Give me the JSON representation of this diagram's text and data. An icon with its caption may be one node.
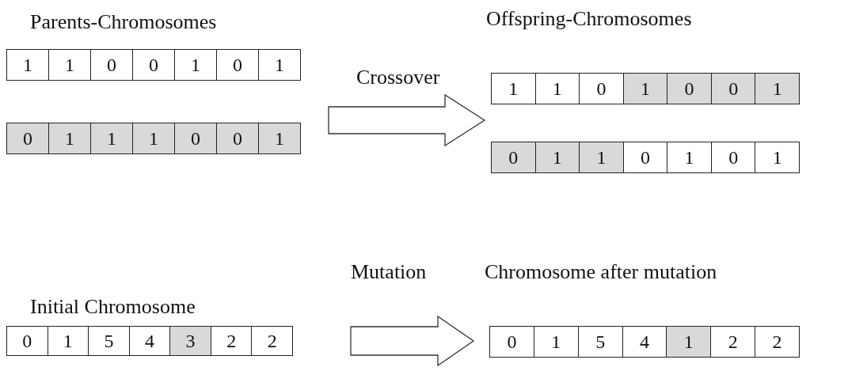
{
  "diagram": {
    "nodes": [
      {
        "text": [
          "1",
          "1",
          "0",
          "0",
          "1",
          "0",
          "1"
        ]
      },
      {
        "text": [
          "0",
          "1",
          "1",
          "1",
          "0",
          "0",
          "1"
        ]
      },
      {
        "text": [
          "1",
          "1",
          "0",
          "1",
          "0",
          "0",
          "1"
        ]
      },
      {
        "text": [
          "0",
          "1",
          "1",
          "0",
          "1",
          "0",
          "1"
        ]
      },
      {
        "text": [
          "0",
          "1",
          "5",
          "4",
          "3",
          "2",
          "2"
        ],
        "beside": [
          "Initial Chromosome"
        ]
      },
      {
        "text": [
          "0",
          "1",
          "5",
          "4",
          "1",
          "2",
          "2"
        ],
        "beside": [
          "Chromosome after mutation"
        ]
      }
    ],
    "edges": [
      {
        "from": 0,
        "to": 2,
        "arrow": "to",
        "label": "Crossover"
      },
      {
        "from": 1,
        "to": 3,
        "arrow": "to"
      },
      {
        "from": 4,
        "to": 5,
        "arrow": "to",
        "label": "Mutation"
      }
    ],
    "labels": [
      "Parents-Chromosomes",
      "Offspring-Chromosomes"
    ]
  }
}
